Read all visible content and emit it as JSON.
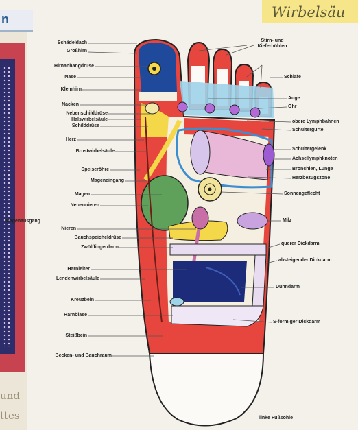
{
  "header": {
    "right_title": "Wirbelsäu",
    "left_title": "n"
  },
  "left_page_fragments": [
    "und",
    "ttes"
  ],
  "caption": "linke Fußsohle",
  "labels_left": [
    "Schädeldach",
    "Großhirn",
    "Hirnanhangdrüse",
    "Nase",
    "Kleinhirn",
    "Nacken",
    "Nebenschilddrüse",
    "Halswirbelsäule",
    "Schilddrüse",
    "Herz",
    "Brustwirbelsäule",
    "Speiseröhre",
    "Mageneingang",
    "Magen",
    "Nebennieren",
    "Magenausgang",
    "Nieren",
    "Bauchspeicheldrüse",
    "Zwölffingerdarm",
    "Harnleiter",
    "Lendenwirbelsäule",
    "Kreuzbein",
    "Harnblase",
    "Steißbein",
    "Becken- und Bauchraum"
  ],
  "labels_right": [
    "Stirn- und Kieferhöhlen",
    "Schläfe",
    "Auge",
    "Ohr",
    "obere Lymphbahnen",
    "Schultergürtel",
    "Schultergelenk",
    "Achsellymphknoten",
    "Bronchien, Lunge",
    "Herzbezugszone",
    "Sonnengeflecht",
    "Milz",
    "querer Dickdarm",
    "absteigender Dickdarm",
    "Dünndarm",
    "S-förmiger Dickdarm"
  ]
}
